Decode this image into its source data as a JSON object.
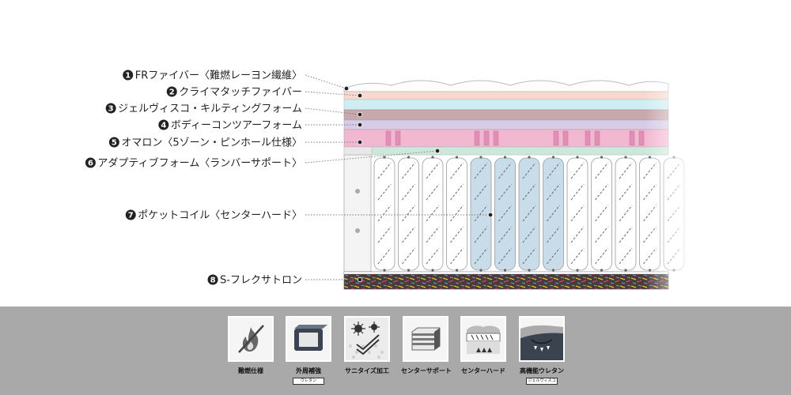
{
  "layers": [
    {
      "number": "1",
      "label": "FRファイバー〈難燃レーヨン繊維〉"
    },
    {
      "number": "2",
      "label": "クライマタッチファイバー"
    },
    {
      "number": "3",
      "label": "ジェルヴィスコ・キルティングフォーム"
    },
    {
      "number": "4",
      "label": "ボディーコンツアーフォーム"
    },
    {
      "number": "5",
      "label": "オマロン〈5ゾーン・ピンホール仕様〉"
    },
    {
      "number": "6",
      "label": "アダプティブフォーム〈ランバーサポート〉"
    },
    {
      "number": "7",
      "label": "ポケットコイル〈センターハード〉"
    },
    {
      "number": "8",
      "label": "S-フレクサトロン"
    }
  ],
  "features": [
    {
      "label": "難燃仕様",
      "sub": "",
      "icon": "flame-slash-icon"
    },
    {
      "label": "外周補強",
      "sub": "ウレタン",
      "icon": "perimeter-frame-icon"
    },
    {
      "label": "サニタイズ加工",
      "sub": "",
      "icon": "sanitize-icon"
    },
    {
      "label": "センターサポート",
      "sub": "",
      "icon": "center-support-icon"
    },
    {
      "label": "センターハード",
      "sub": "",
      "icon": "center-hard-icon"
    },
    {
      "label": "高機能ウレタン",
      "sub": "ジェルヴィスコ",
      "icon": "pressure-foam-icon"
    }
  ],
  "colors": {
    "fr_fiber": "#fdfdfd",
    "climatouch": "#f7d9cf",
    "gel_visco": "#cfeef2",
    "body_contour": "#c8a7ad",
    "omaron": "#d6cce6",
    "omaron_zone": "#eca9c8",
    "adaptive": "#cde8da",
    "center_coil": "#c8dde9",
    "feature_bg": "#a9a9a9"
  }
}
